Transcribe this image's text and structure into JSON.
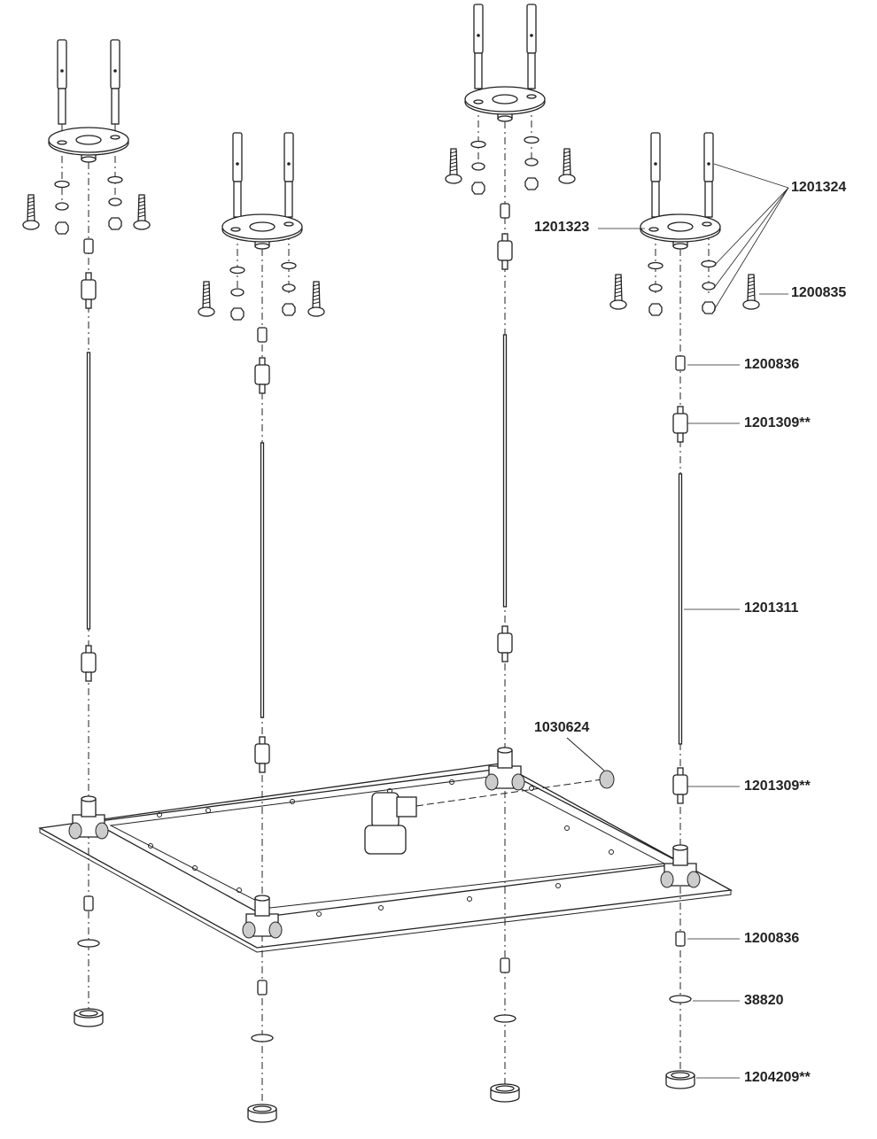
{
  "diagram": {
    "type": "exploded parts view",
    "part_labels": {
      "guide_pin": "1201324",
      "mounting_plate": "1201323",
      "screw": "1200835",
      "spacer_top": "1200836",
      "connector_top": "1201309**",
      "rod": "1201311",
      "cap": "1030624",
      "connector_bottom": "1201309**",
      "spacer_bottom": "1200836",
      "o_ring": "38820",
      "foot": "1204209**"
    },
    "colors": {
      "line": "#222222",
      "fill": "#ffffff",
      "shade": "#cccccc"
    }
  }
}
